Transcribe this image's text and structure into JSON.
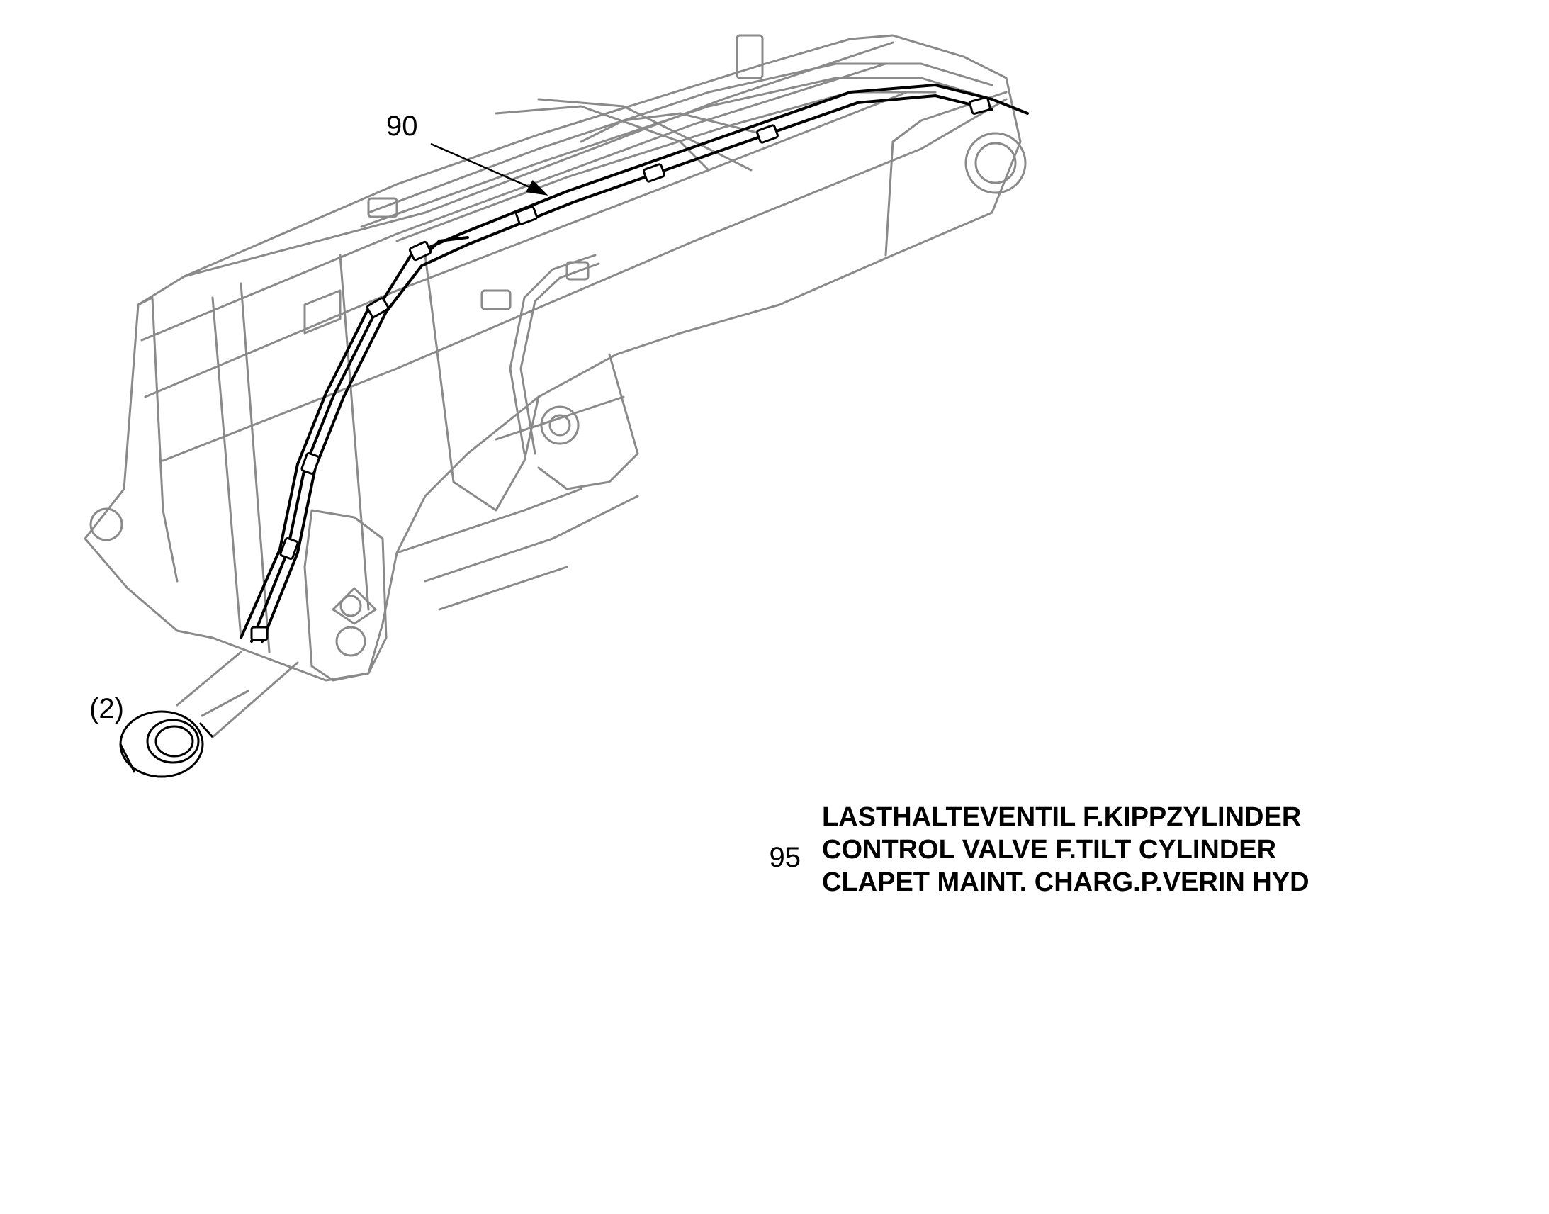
{
  "callouts": {
    "hose_label": "90",
    "cylinder_label": "(2)"
  },
  "legend": {
    "item_number": "95",
    "line_de": "LASTHALTEVENTIL F.KIPPZYLINDER",
    "line_en": "CONTROL VALVE F.TILT CYLINDER",
    "line_fr": "CLAPET MAINT. CHARG.P.VERIN HYD"
  },
  "colors": {
    "linework": "#8a8a8a",
    "highlight": "#000000",
    "background": "#ffffff"
  }
}
